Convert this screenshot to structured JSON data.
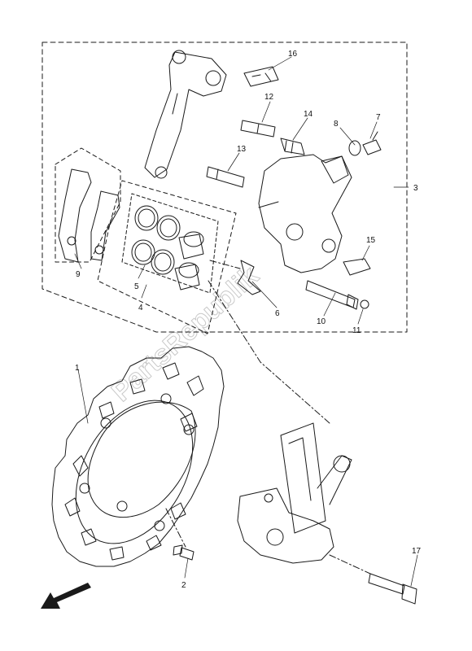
{
  "diagram": {
    "watermark": "PartsRepublik",
    "parts": [
      {
        "key": "p1",
        "label": "1"
      },
      {
        "key": "p2",
        "label": "2"
      },
      {
        "key": "p3",
        "label": "3"
      },
      {
        "key": "p4",
        "label": "4"
      },
      {
        "key": "p5",
        "label": "5"
      },
      {
        "key": "p6",
        "label": "6"
      },
      {
        "key": "p7",
        "label": "7"
      },
      {
        "key": "p8",
        "label": "8"
      },
      {
        "key": "p9",
        "label": "9"
      },
      {
        "key": "p10",
        "label": "10"
      },
      {
        "key": "p11",
        "label": "11"
      },
      {
        "key": "p12",
        "label": "12"
      },
      {
        "key": "p13",
        "label": "13"
      },
      {
        "key": "p14",
        "label": "14"
      },
      {
        "key": "p15",
        "label": "15"
      },
      {
        "key": "p16",
        "label": "16"
      },
      {
        "key": "p17",
        "label": "17"
      }
    ],
    "colors": {
      "line": "#1a1a1a",
      "watermark": "#c9c9c9",
      "background": "#ffffff"
    },
    "direction_icon": "front-arrow-icon"
  }
}
